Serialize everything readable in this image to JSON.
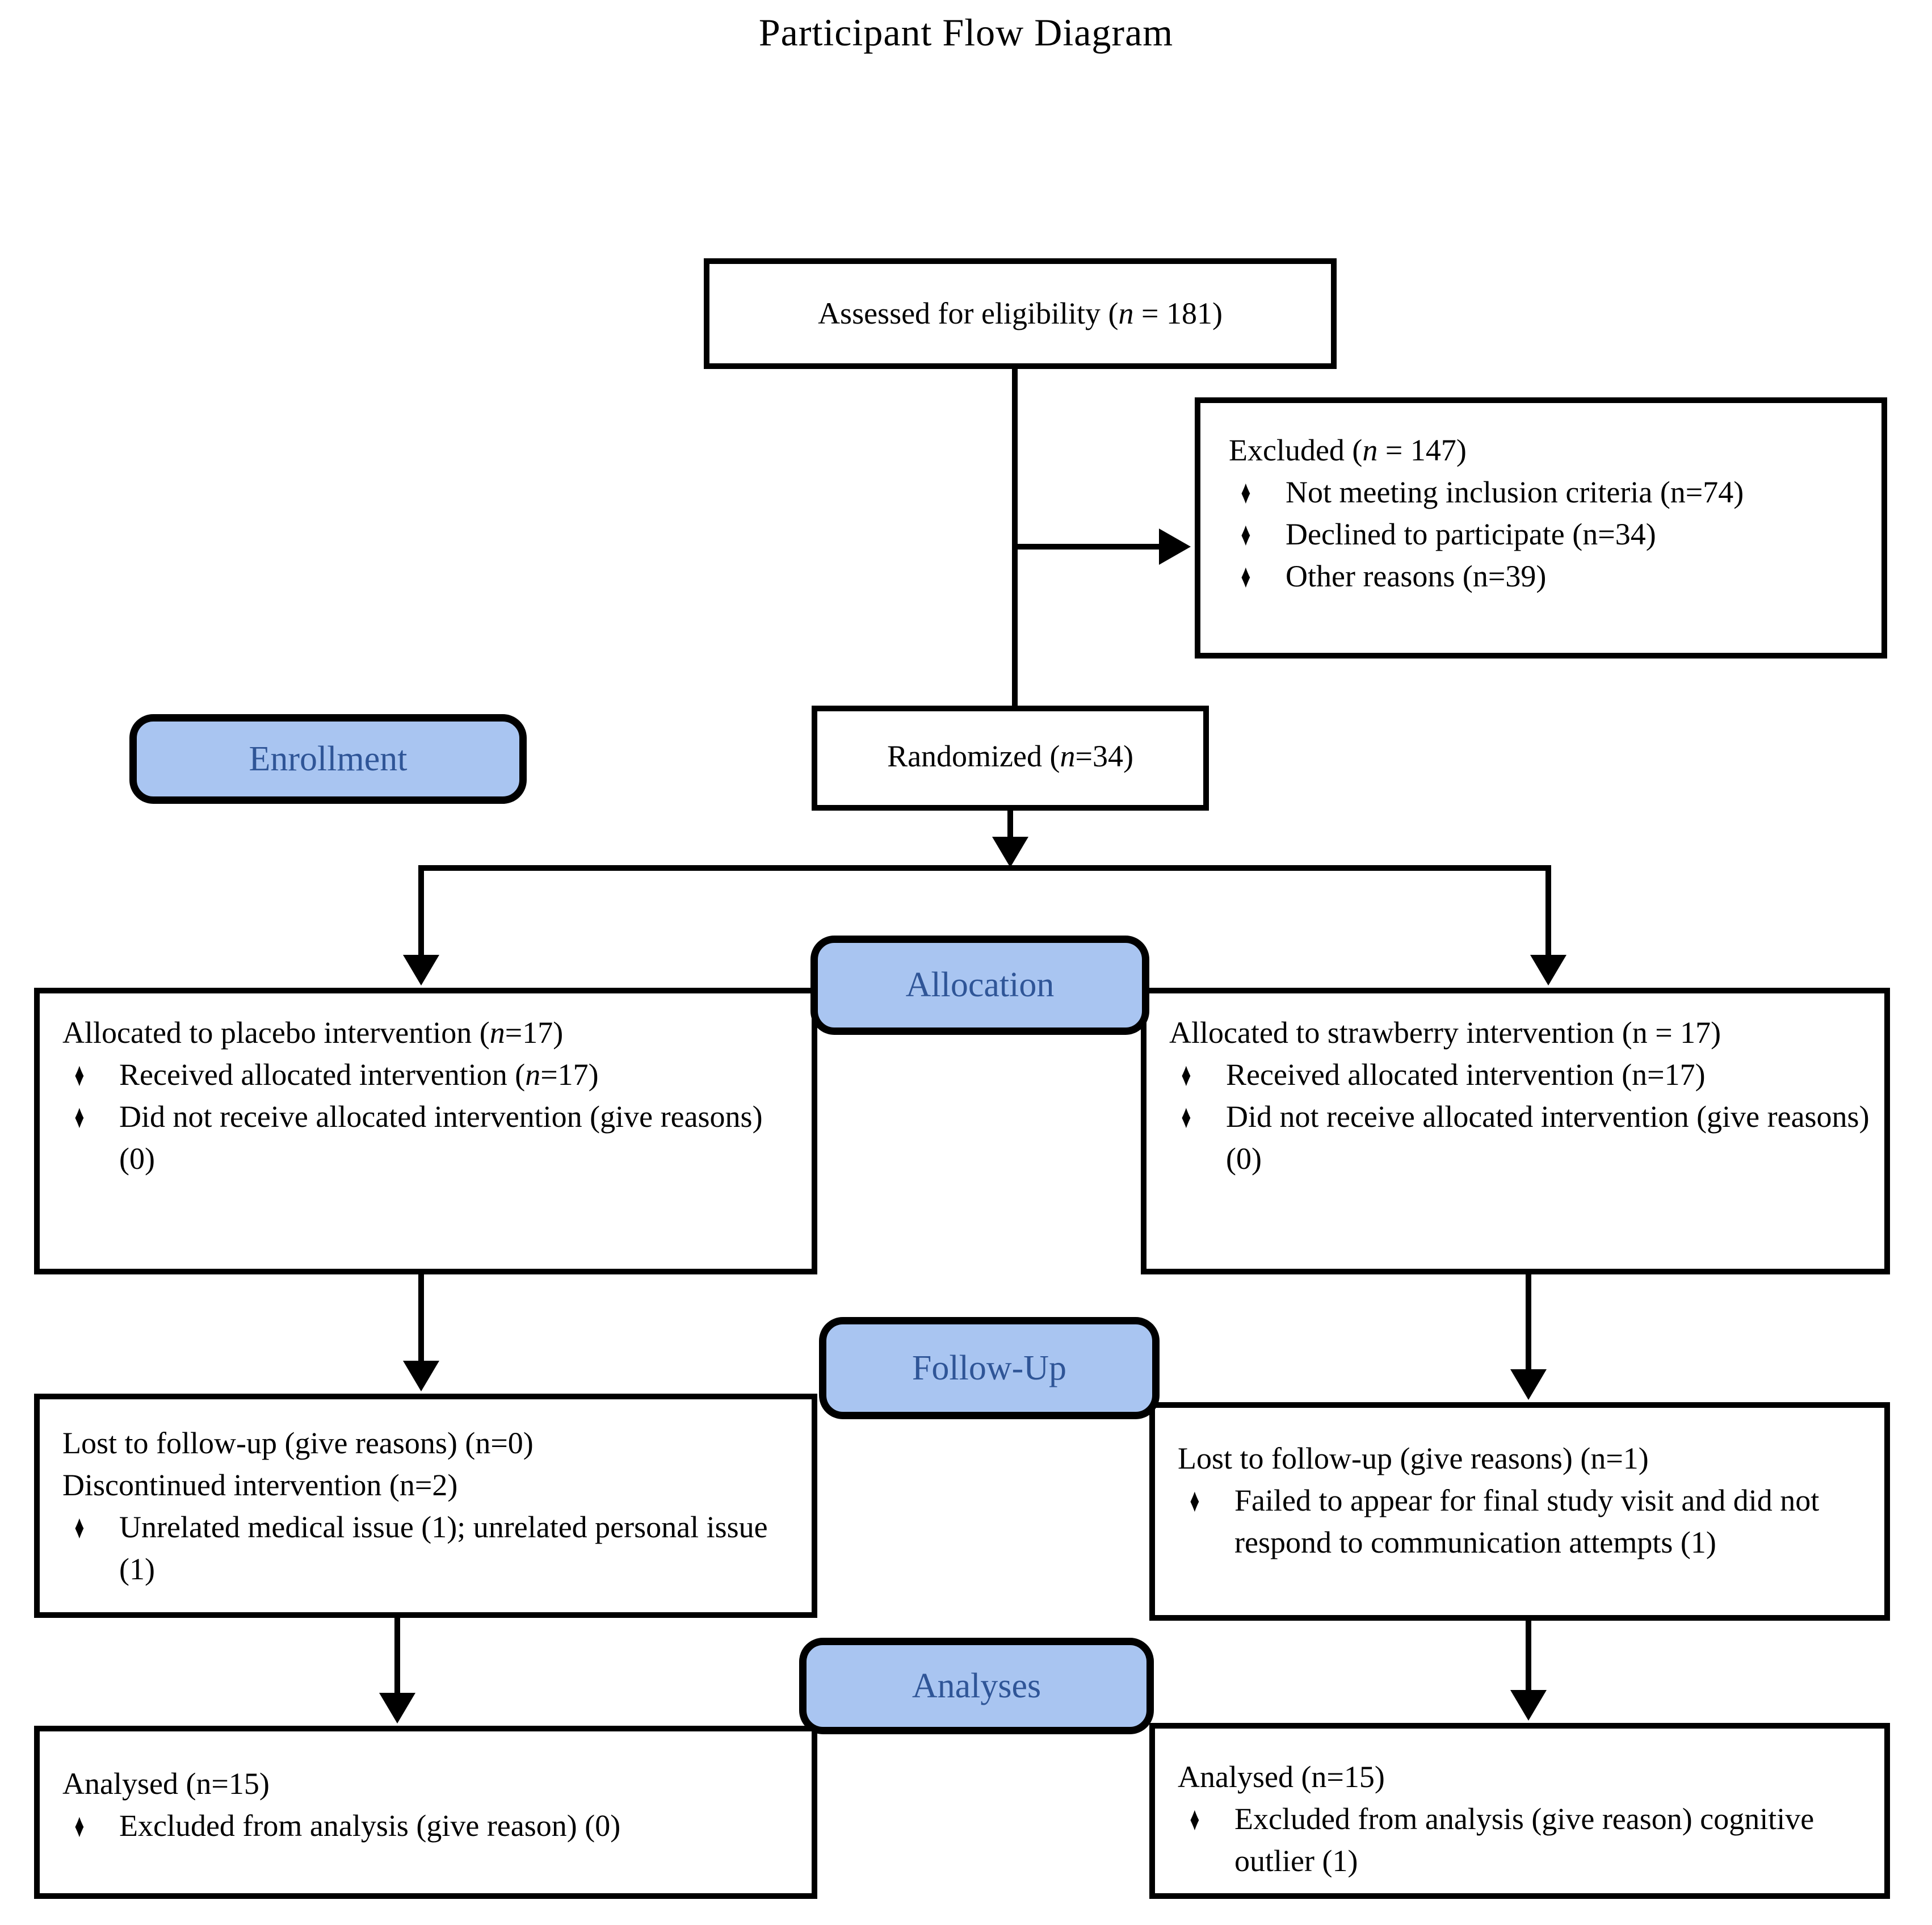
{
  "title": "Participant Flow Diagram",
  "bullet_char": "♦",
  "colors": {
    "stage_fill": "#A9C5F1",
    "stage_text": "#2F5597",
    "line_color": "#000000",
    "box_background": "#FFFFFF"
  },
  "stage_labels": {
    "enrollment": "Enrollment",
    "allocation": "Allocation",
    "followup": "Follow-Up",
    "analyses": "Analyses"
  },
  "boxes": {
    "assessed": {
      "text": "Assessed for eligibility (*n* = 181)"
    },
    "excluded": {
      "title": "Excluded (*n* = 147)",
      "items": [
        "Not meeting inclusion criteria (n=74)",
        "Declined to participate (n=34)",
        "Other reasons (n=39)"
      ]
    },
    "randomized": {
      "text": "Randomized (*n*=34)"
    },
    "allocation_left": {
      "title": "Allocated to placebo intervention (*n*=17)",
      "items": [
        "Received allocated intervention (*n*=17)",
        "Did not receive allocated intervention (give reasons) (0)"
      ]
    },
    "allocation_right": {
      "title": "Allocated to strawberry intervention (n = 17)",
      "items": [
        "Received allocated intervention (n=17)",
        "Did not receive allocated intervention (give reasons) (0)"
      ]
    },
    "followup_left": {
      "line1": "Lost to follow-up (give reasons) (n=0)",
      "line2": "Discontinued intervention (n=2)",
      "items": [
        "Unrelated medical issue (1); unrelated personal issue (1)"
      ]
    },
    "followup_right": {
      "line1": "Lost to follow-up (give reasons) (n=1)",
      "items": [
        "Failed to appear for final study visit and did not respond to communication attempts (1)"
      ]
    },
    "analysed_left": {
      "title": "Analysed (n=15)",
      "items": [
        "Excluded from analysis (give reason) (0)"
      ]
    },
    "analysed_right": {
      "title": "Analysed (n=15)",
      "items": [
        "Excluded from analysis (give reason) cognitive outlier (1)"
      ]
    }
  }
}
